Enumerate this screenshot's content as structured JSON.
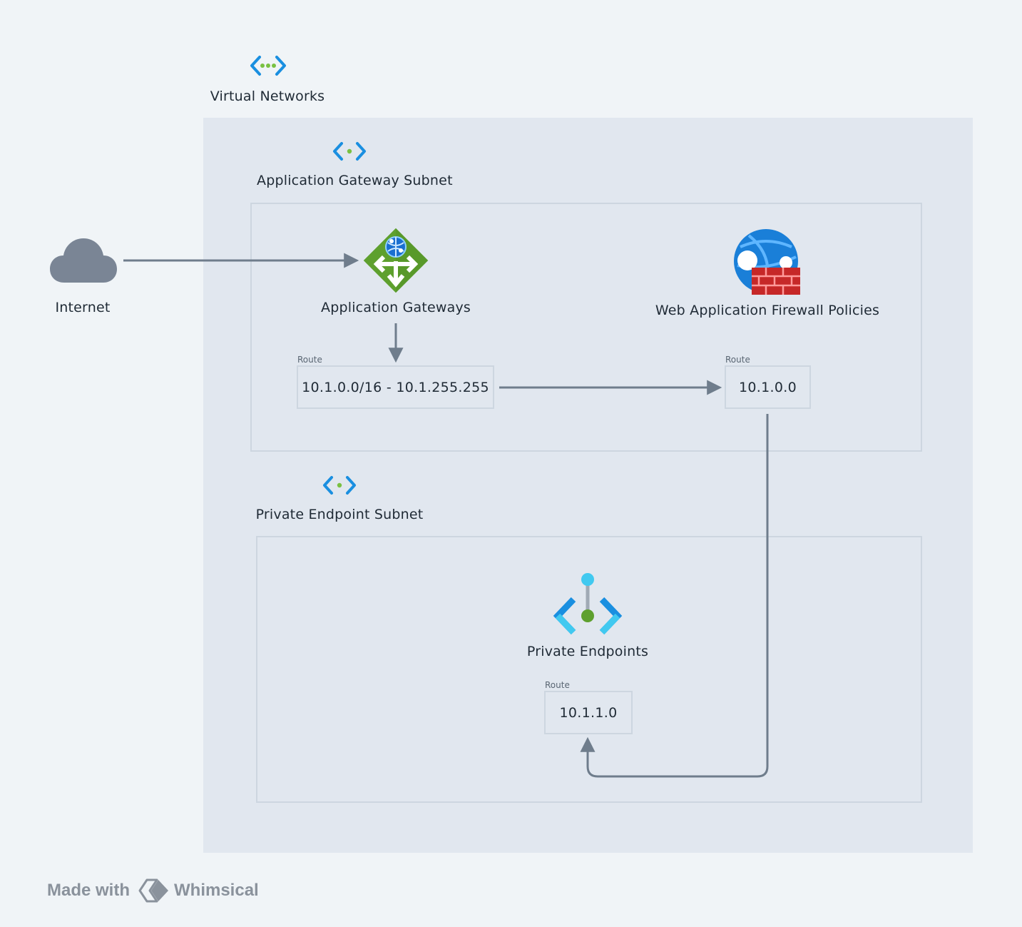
{
  "vnet": {
    "title": "Virtual Networks",
    "icon": "virtual-network-icon"
  },
  "internet": {
    "label": "Internet",
    "icon": "cloud-icon"
  },
  "app_gateway_subnet": {
    "title": "Application Gateway Subnet",
    "icon": "subnet-icon",
    "app_gateways": {
      "label": "Application Gateways",
      "icon": "application-gateway-icon"
    },
    "waf": {
      "label": "Web Application Firewall Policies",
      "icon": "waf-policy-icon"
    },
    "route_range": {
      "caption": "Route",
      "value": "10.1.0.0/16 - 10.1.255.255"
    },
    "route_waf": {
      "caption": "Route",
      "value": "10.1.0.0"
    }
  },
  "private_endpoint_subnet": {
    "title": "Private Endpoint Subnet",
    "icon": "subnet-icon",
    "private_endpoints": {
      "label": "Private Endpoints",
      "icon": "private-endpoint-icon"
    },
    "route_pe": {
      "caption": "Route",
      "value": "10.1.1.0"
    }
  },
  "footer": {
    "made_with": "Made with",
    "brand": "Whimsical",
    "icon": "whimsical-logo-icon"
  },
  "colors": {
    "background": "#f0f4f7",
    "container": "#e1e7ef",
    "border": "#cdd6e0",
    "connector": "#6f7d8c",
    "azure_blue": "#1a8fe0",
    "gateway_green": "#5ea02e",
    "firewall_red": "#d32f2f",
    "endpoint_green": "#7ac142"
  }
}
